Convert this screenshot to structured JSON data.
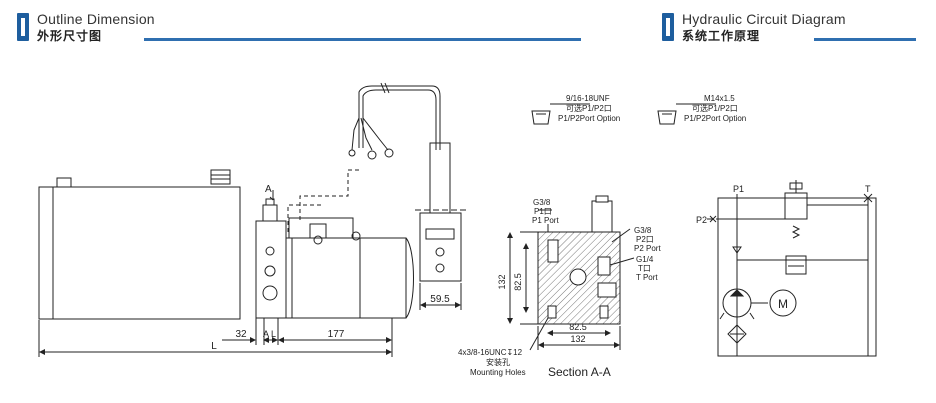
{
  "headers": {
    "left": {
      "en": "Outline Dimension",
      "cn": "外形尺寸图"
    },
    "right": {
      "en": "Hydraulic Circuit Diagram",
      "cn": "系统工作原理"
    }
  },
  "outline": {
    "section_marker": "A",
    "dim_32": "32",
    "dim_al": "A L",
    "dim_177": "177",
    "dim_l": "L",
    "dim_59_5": "59.5"
  },
  "section_view": {
    "g38": "G3/8",
    "p1": "P1口",
    "p1_port": "P1 Port",
    "g38_right": "G3/8",
    "p2": "P2口",
    "p2_port": "P2 Port",
    "g14": "G1/4",
    "t": "T口",
    "t_port": "T Port",
    "dim_132_v": "132",
    "dim_82_5_v": "82.5",
    "dim_82_5_h": "82.5",
    "dim_132_h": "132",
    "mounting_spec": "4x3/8-16UNC↧12",
    "mounting_cn": "安装孔",
    "mounting_en": "Mounting Holes",
    "title": "Section A-A"
  },
  "port_options": [
    {
      "spec": "9/16-18UNF",
      "cn": "可选P1/P2口",
      "en": "P1/P2Port Option"
    },
    {
      "spec": "M14x1.5",
      "cn": "可选P1/P2口",
      "en": "P1/P2Port Option"
    }
  ],
  "circuit": {
    "p1": "P1",
    "p2": "P2",
    "t": "T",
    "motor": "M"
  }
}
